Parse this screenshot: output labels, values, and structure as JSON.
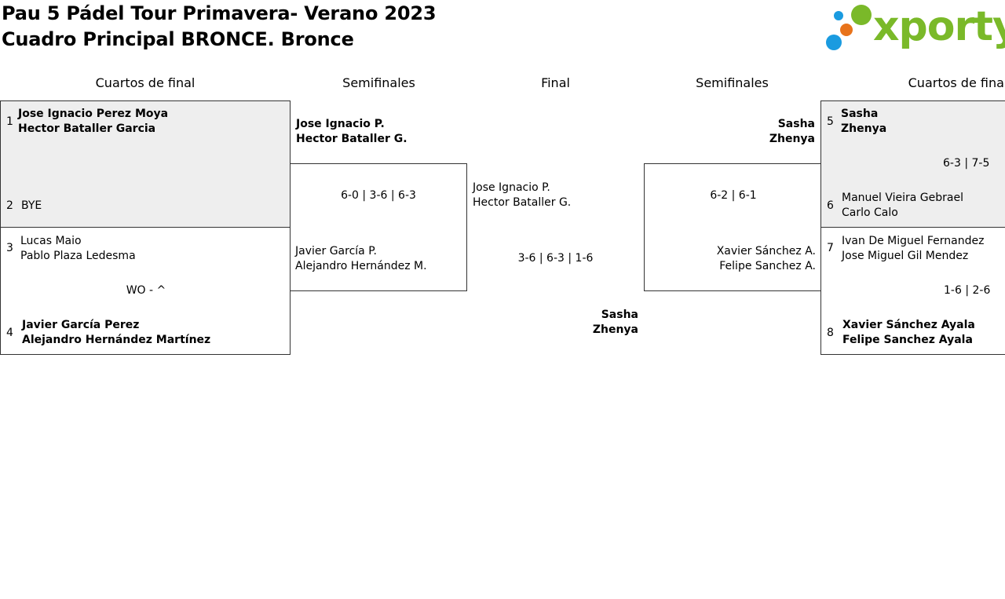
{
  "page": {
    "title_line1": "Pau 5 Pádel Tour Primavera- Verano 2023",
    "title_line2": "Cuadro Principal BRONCE. Bronce"
  },
  "logo": {
    "text": "xporty",
    "dot_colors": [
      "#1a9be0",
      "#e8731b",
      "#7ab929",
      "#1a9be0"
    ],
    "text_color": "#7ab929"
  },
  "headers": {
    "left_qf": "Cuartos de final",
    "left_sf": "Semifinales",
    "final": "Final",
    "right_sf": "Semifinales",
    "right_qf": "Cuartos de final"
  },
  "left_qf": [
    {
      "score": "",
      "team_a": {
        "seed": "1",
        "p1": "Jose Ignacio Perez Moya",
        "p2": "Hector Bataller Garcia",
        "winner": true
      },
      "team_b": {
        "seed": "2",
        "p1": "BYE",
        "p2": "",
        "winner": false
      }
    },
    {
      "score": "WO - ^",
      "team_a": {
        "seed": "3",
        "p1": "Lucas Maio",
        "p2": "Pablo Plaza Ledesma",
        "winner": false
      },
      "team_b": {
        "seed": "4",
        "p1": "Javier García Perez",
        "p2": "Alejandro Hernández Martínez",
        "winner": true
      }
    }
  ],
  "left_sf": {
    "score": "6-0 | 3-6 | 6-3",
    "team_a": {
      "p1": "Jose Ignacio P.",
      "p2": "Hector Bataller G.",
      "winner": true
    },
    "team_b": {
      "p1": "Javier García P.",
      "p2": "Alejandro Hernández M.",
      "winner": false
    }
  },
  "final": {
    "score": "3-6 | 6-3 | 1-6",
    "team_a": {
      "p1": "Jose Ignacio P.",
      "p2": "Hector Bataller G."
    },
    "winner": {
      "p1": "Sasha",
      "p2": "Zhenya"
    }
  },
  "right_sf": {
    "score": "6-2 | 6-1",
    "team_a": {
      "p1": "Sasha",
      "p2": "Zhenya",
      "winner": true
    },
    "team_b": {
      "p1": "Xavier Sánchez A.",
      "p2": "Felipe Sanchez A.",
      "winner": false
    }
  },
  "right_qf": [
    {
      "score": "6-3 | 7-5",
      "team_a": {
        "seed": "5",
        "p1": "Sasha",
        "p2": "Zhenya",
        "winner": true
      },
      "team_b": {
        "seed": "6",
        "p1": "Manuel Vieira Gebrael",
        "p2": "Carlo Calo",
        "winner": false
      }
    },
    {
      "score": "1-6 | 2-6",
      "team_a": {
        "seed": "7",
        "p1": "Ivan De Miguel Fernandez",
        "p2": "Jose Miguel Gil Mendez",
        "winner": false
      },
      "team_b": {
        "seed": "8",
        "p1": "Xavier Sánchez Ayala",
        "p2": "Felipe Sanchez Ayala",
        "winner": true
      }
    }
  ]
}
